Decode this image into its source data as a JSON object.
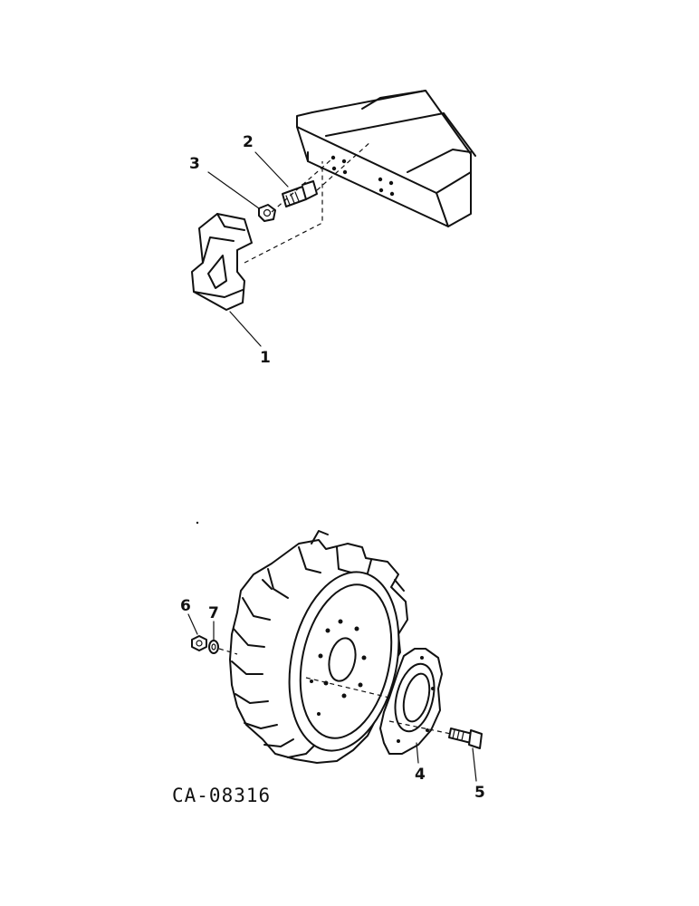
{
  "callouts": {
    "c1": "1",
    "c2": "2",
    "c3": "3",
    "c4": "4",
    "c5": "5",
    "c6": "6",
    "c7": "7"
  },
  "reference_code": "CA-08316"
}
